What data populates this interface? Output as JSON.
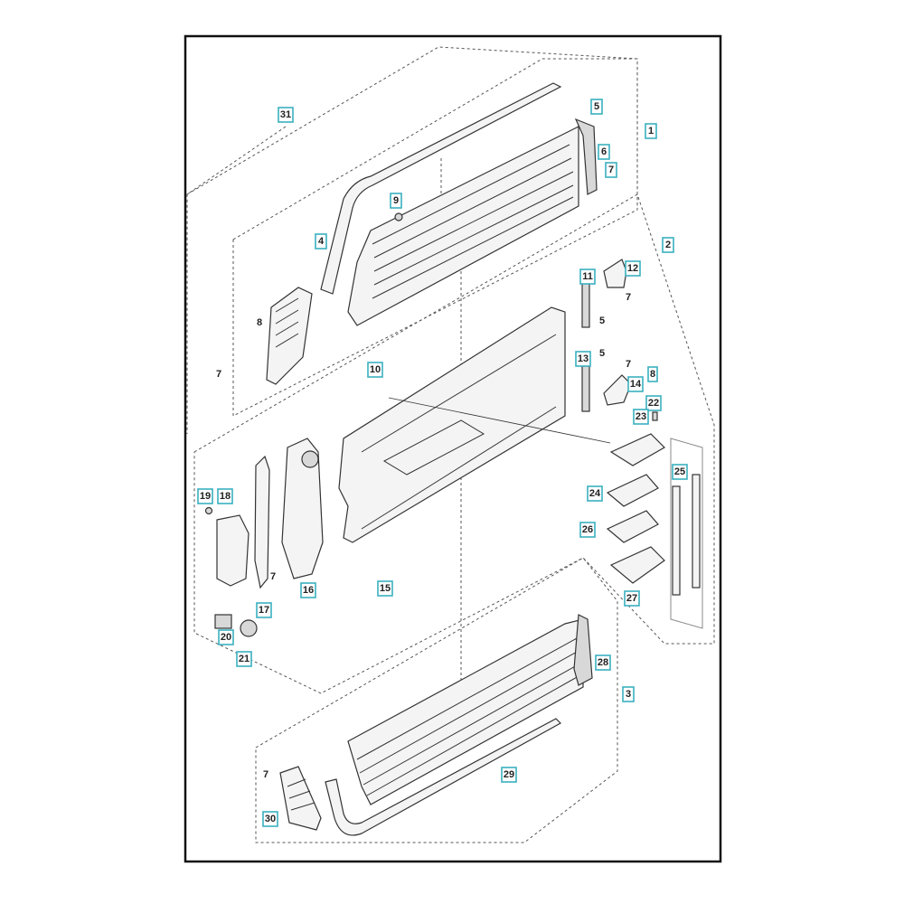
{
  "diagram": {
    "type": "exploded parts diagram",
    "callout_color": "#3ab0c0",
    "labels": {
      "l31": "31",
      "l5a": "5",
      "l1": "1",
      "l6": "6",
      "l7a": "7",
      "l9": "9",
      "l4": "4",
      "l2": "2",
      "l12": "12",
      "l11": "11",
      "l7b": "7",
      "l5b": "5",
      "l8a": "8",
      "l7c": "7",
      "l10": "10",
      "l13": "13",
      "l5c": "5",
      "l7d": "7",
      "l8b": "8",
      "l14": "14",
      "l22": "22",
      "l23": "23",
      "l25": "25",
      "l19": "19",
      "l18": "18",
      "l24": "24",
      "l7e": "7",
      "l26": "26",
      "l16": "16",
      "l15": "15",
      "l17": "17",
      "l27": "27",
      "l20": "20",
      "l21": "21",
      "l28": "28",
      "l3": "3",
      "l29": "29",
      "l7f": "7",
      "l30": "30"
    }
  }
}
